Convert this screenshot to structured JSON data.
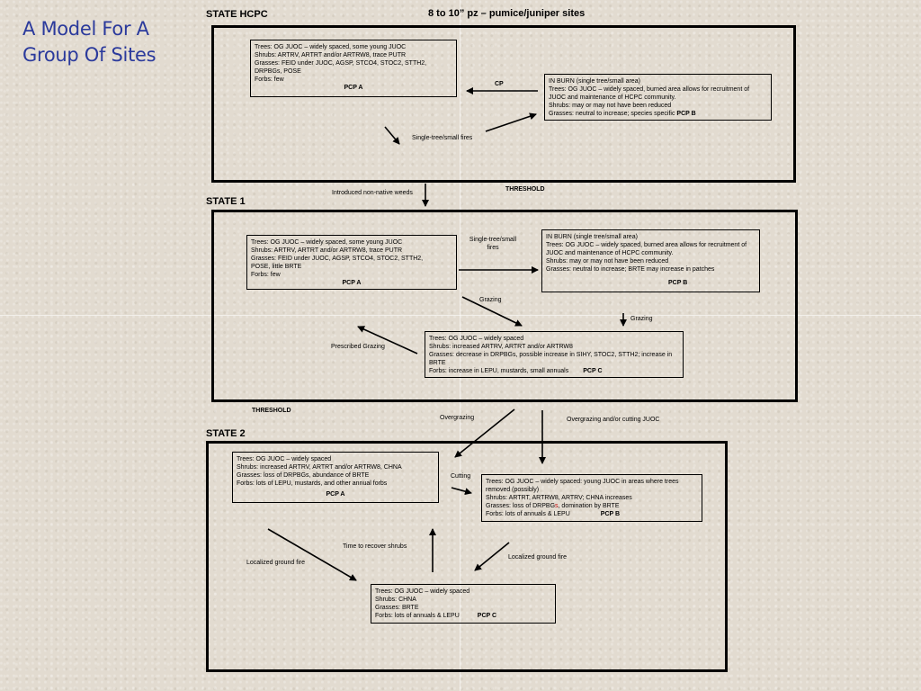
{
  "title": {
    "line1": "A Model For A",
    "line2": "Group Of Sites"
  },
  "header": {
    "state_hcpc": "STATE HCPC",
    "site": "8 to 10” pz – pumice/juniper sites"
  },
  "labels": {
    "state1": "STATE 1",
    "state2": "STATE 2",
    "threshold1": "THRESHOLD",
    "threshold2": "THRESHOLD"
  },
  "hcpc": {
    "pcpA": {
      "trees": "Trees: OG JUOC – widely spaced, some young JUOC",
      "shrubs": "Shrubs: ARTRV,  ARTRT and/or ARTRW8, trace PUTR",
      "grasses1": "Grasses: FEID under JUOC, AGSP, STCO4, STOC2, STTH2,",
      "grasses2": "DRPBGs, POSE",
      "forbs": "Forbs: few",
      "pcp": "PCP A"
    },
    "pcpB": {
      "line1": "IN BURN (single tree/small area)",
      "line2": "Trees: OG JUOC – widely spaced, burned area allows for recruitment of",
      "line3": "JUOC and maintenance of HCPC community.",
      "line4": "Shrubs: may or may not have been reduced",
      "line5": "Grasses: neutral to increase; species specific",
      "pcp": "PCP B"
    },
    "cp": "CP",
    "fires": "Single-tree/small fires",
    "weeds": "Introduced non-native weeds"
  },
  "state1": {
    "pcpA": {
      "trees": "Trees: OG JUOC – widely spaced, some young JUOC",
      "shrubs": "Shrubs: ARTRV,  ARTRT and/or ARTRW8, trace PUTR",
      "grasses1": "Grasses: FEID under JUOC, AGSP, STCO4, STOC2, STTH2,",
      "grasses2": "POSE, little BRTE",
      "forbs": "Forbs: few",
      "pcp": "PCP A"
    },
    "pcpB": {
      "line1": "IN BURN (single tree/small area)",
      "line2": "Trees: OG JUOC – widely spaced, burned area allows for recruitment of",
      "line3": "JUOC and maintenance of HCPC community.",
      "line4": "Shrubs: may or may not have been reduced",
      "line5": "Grasses: neutral to increase; BRTE may increase in patches",
      "pcp": "PCP B"
    },
    "pcpC": {
      "trees": "Trees: OG JUOC – widely spaced",
      "shrubs": "Shrubs: increased ARTRV, ARTRT and/or ARTRW8",
      "grasses1": "Grasses: decrease in DRPBGs, possible increase in SIHY, STOC2, STTH2; increase in",
      "grasses2": "BRTE",
      "forbs": "Forbs: increase in LEPU, mustards, small annuals",
      "pcp": "PCP C"
    },
    "fires1": "Single-tree/small",
    "fires2": "fires",
    "grazing1": "Grazing",
    "grazing2": "Grazing",
    "prescribed": "Prescribed Grazing",
    "overgrazing": "Overgrazing",
    "overgrazing_cutting": "Overgrazing and/or cutting JUOC"
  },
  "state2": {
    "pcpA": {
      "trees": "Trees: OG JUOC – widely spaced",
      "shrubs": "Shrubs: increased ARTRV, ARTRT and/or ARTRW8, CHNA",
      "grasses": "Grasses: loss of DRPBGs, abundance of BRTE",
      "forbs": "Forbs: lots of LEPU, mustards, and other annual forbs",
      "pcp": "PCP A"
    },
    "pcpB": {
      "trees1": "Trees: OG JUOC – widely spaced: young JUOC in areas where trees",
      "trees2": "removed (possibly)",
      "shrubs": "Shrubs: ARTRT, ARTRW8, ARTRV; CHNA increases",
      "grasses_a": "Grasses: loss of DRPBG",
      "grasses_s": "s",
      "grasses_b": ", domination by BRTE",
      "forbs": "Forbs: lots of annuals & LEPU",
      "pcp": "PCP B"
    },
    "pcpC": {
      "trees": "Trees: OG JUOC – widely spaced",
      "shrubs": "Shrubs: CHNA",
      "grasses": "Grasses: BRTE",
      "forbs": "Forbs: lots of annuals & LEPU",
      "pcp": "PCP C"
    },
    "cutting": "Cutting",
    "recover": "Time to recover shrubs",
    "fire_left": "Localized ground fire",
    "fire_right": "Localized ground fire"
  },
  "colors": {
    "title": "#2b3a9c",
    "background": "#e2dbd0",
    "highlight": "#c00000"
  }
}
